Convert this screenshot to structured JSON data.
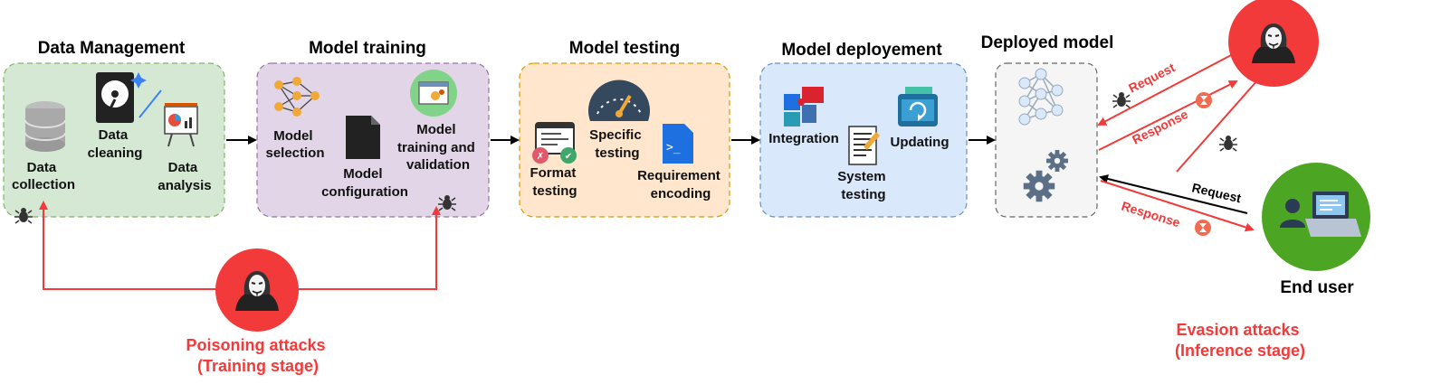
{
  "stages": {
    "data_management": {
      "title": "Data Management",
      "items": {
        "collection": [
          "Data",
          "collection"
        ],
        "cleaning": [
          "Data",
          "cleaning"
        ],
        "analysis": [
          "Data",
          "analysis"
        ]
      }
    },
    "model_training": {
      "title": "Model training",
      "items": {
        "selection": [
          "Model",
          "selection"
        ],
        "configuration": [
          "Model",
          "configuration"
        ],
        "validation": [
          "Model",
          "training and",
          "validation"
        ]
      }
    },
    "model_testing": {
      "title": "Model testing",
      "items": {
        "format": [
          "Format",
          "testing"
        ],
        "specific": [
          "Specific",
          "testing"
        ],
        "requirement": [
          "Requirement",
          "encoding"
        ]
      }
    },
    "model_deployment": {
      "title": "Model deployement",
      "items": {
        "integration": [
          "Integration"
        ],
        "system": [
          "System",
          "testing"
        ],
        "updating": [
          "Updating"
        ]
      }
    },
    "deployed_model": {
      "title": "Deployed model"
    }
  },
  "inference": {
    "attacker_request": "Request",
    "attacker_response": "Response",
    "user_request": "Request",
    "user_response": "Response",
    "end_user": "End user"
  },
  "attacks": {
    "poisoning": [
      "Poisoning attacks",
      "(Training stage)"
    ],
    "evasion": [
      "Evasion attacks",
      "(Inference stage)"
    ]
  },
  "colors": {
    "data_management_bg": "#d5e8d4",
    "model_training_bg": "#e1d5e7",
    "model_testing_bg": "#ffe6cc",
    "model_deployment_bg": "#dae8fc",
    "deployed_model_bg": "#f5f5f5",
    "attack_red": "#f23a3a",
    "end_user_green": "#4da623"
  },
  "icons": [
    "database-icon",
    "hard-drive-icon",
    "easel-chart-icon",
    "neural-network-icon",
    "document-icon",
    "gear-window-icon",
    "code-window-icon",
    "gauge-icon",
    "terminal-icon",
    "puzzle-icon",
    "edit-doc-icon",
    "update-folder-icon",
    "gear-icon",
    "bug-icon",
    "hacker-icon",
    "user-laptop-icon",
    "hourglass-icon"
  ]
}
